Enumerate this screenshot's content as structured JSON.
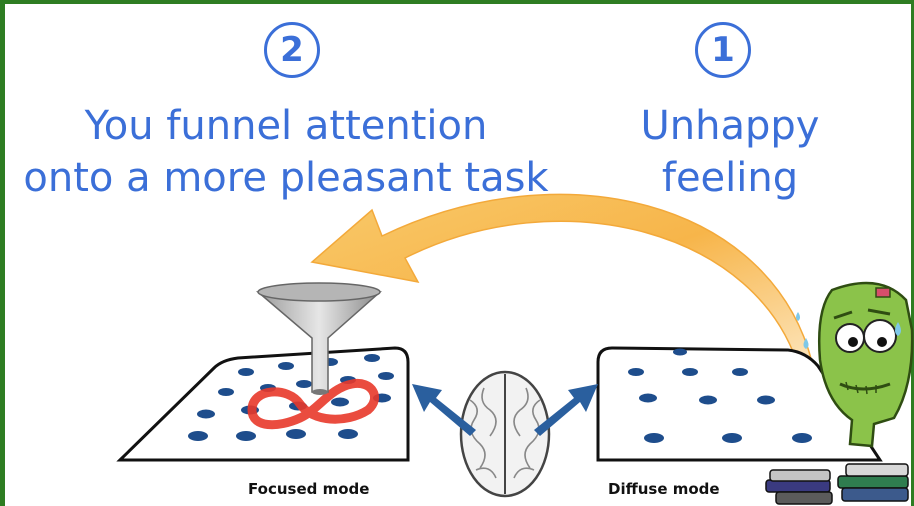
{
  "steps": [
    {
      "number": "1",
      "line1": "Unhappy",
      "line2": "feeling"
    },
    {
      "number": "2",
      "line1": "You funnel attention",
      "line2": "onto a more pleasant task"
    }
  ],
  "modes": {
    "focused": "Focused mode",
    "diffuse": "Diffuse mode"
  },
  "colors": {
    "frame": "#2e7d22",
    "text": "#3b6fd8",
    "arrow": "#f5b640",
    "dot": "#1e4d8c",
    "highlight": "#e8382a",
    "zombie": "#8bc34a"
  }
}
